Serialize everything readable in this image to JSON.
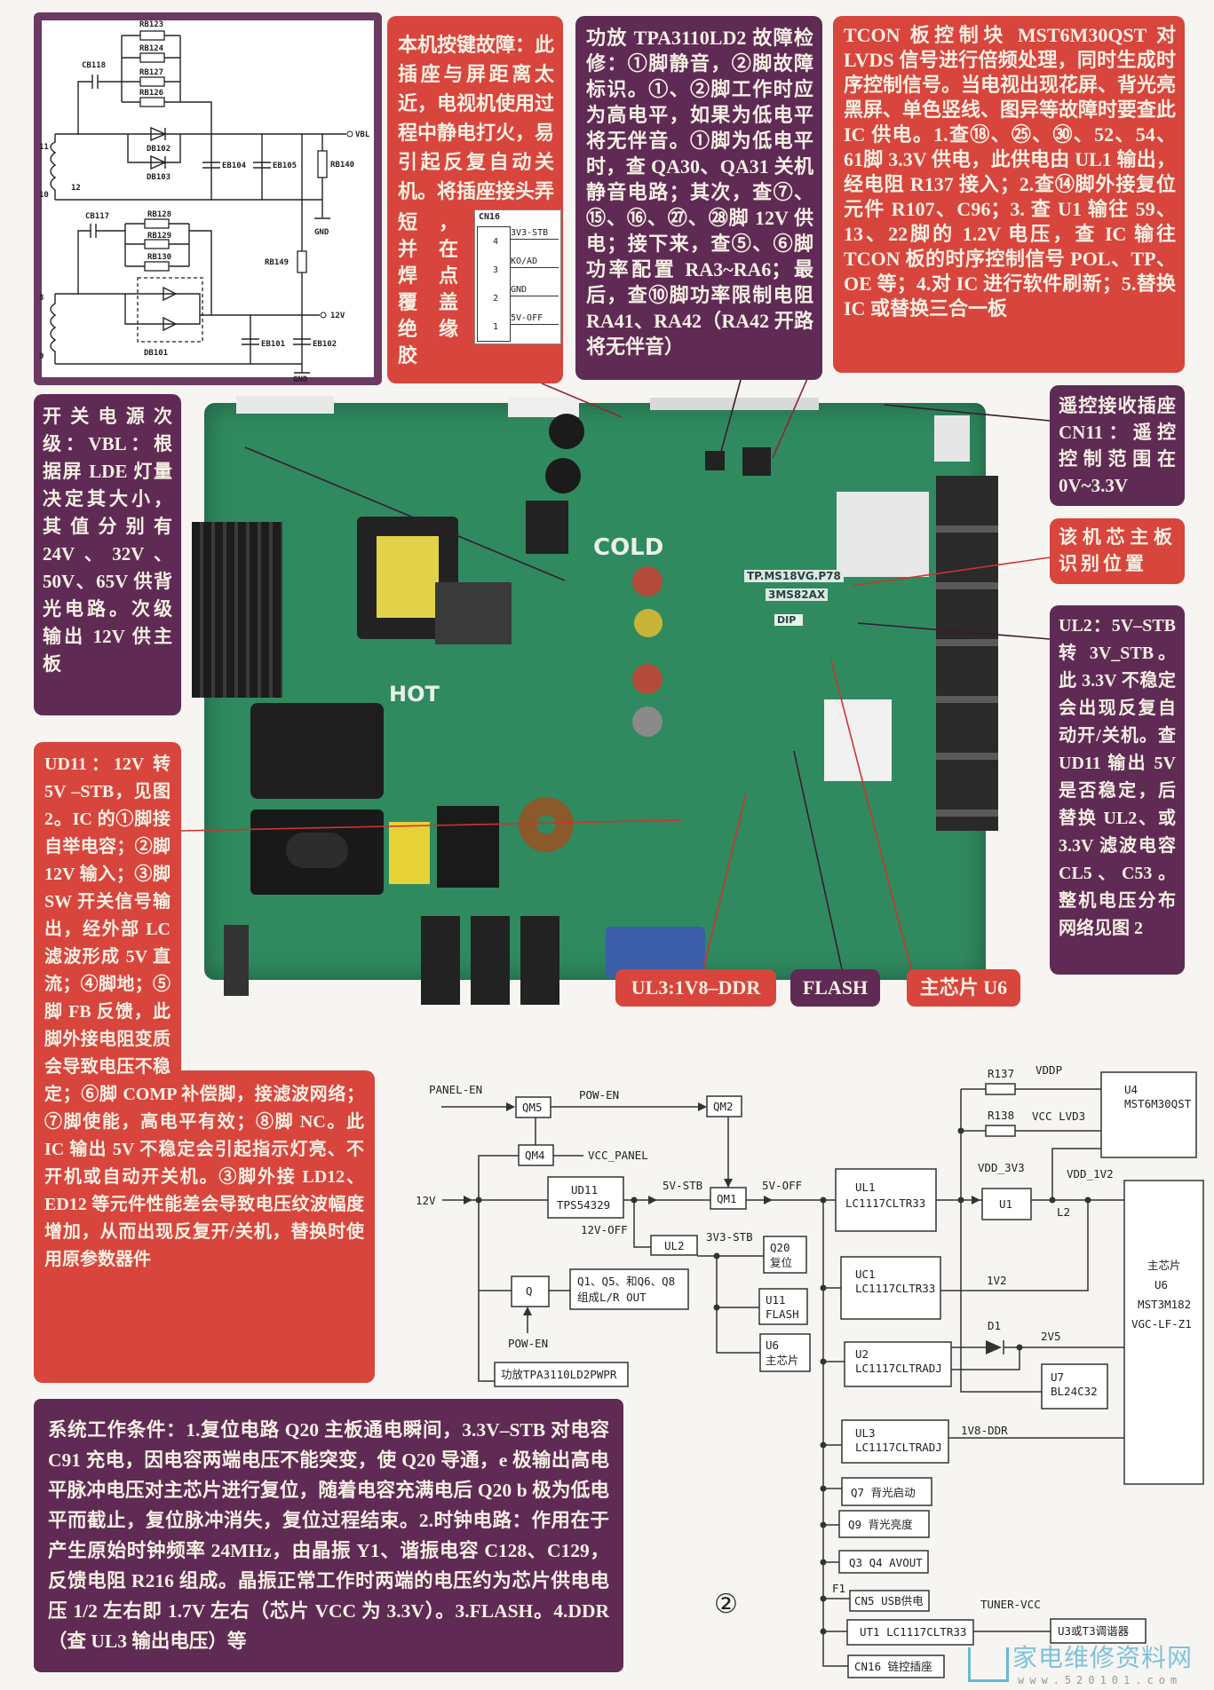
{
  "colors": {
    "red_box": "#d8453d",
    "purple_box": "#5f2b55",
    "pcb_green": "#2f8a5f",
    "text_light": "#f6efe2"
  },
  "schematic": {
    "labels": {
      "rb123": "RB123",
      "rb124": "RB124",
      "rb127": "RB127",
      "rb126": "RB126",
      "cb118": "CB118",
      "db102": "DB102",
      "db103": "DB103",
      "eb104": "EB104",
      "eb105": "EB105",
      "rb140": "RB140",
      "vbl": "VBL",
      "pin11": "11",
      "pin12": "12",
      "pin10": "10",
      "gnd1": "GND",
      "cb117": "CB117",
      "rb128": "RB128",
      "rb129": "RB129",
      "rb130": "RB130",
      "rb149": "RB149",
      "pin8": "8",
      "pin9": "9",
      "db101": "DB101",
      "eb101": "EB101",
      "eb102": "EB102",
      "v12": "12V",
      "gnd2": "GND"
    }
  },
  "callouts": {
    "key_fault_main": "本机按键故障：此插座与屏距离太近，电视机使用过程中静电打火，易引起反复自动关机。将插座接头弄",
    "key_fault_tail": "短，并在焊点覆盖绝缘胶",
    "amp_fault": "功放 TPA3110LD2 故障检修：①脚静音，②脚故障标识。①、②脚工作时应为高电平，如果为低电平将无伴音。①脚为低电平时，查 QA30、QA31 关机静音电路；其次，查⑦、⑮、⑯、㉗、㉘脚 12V 供电；接下来，查⑤、⑥脚功率配置 RA3~RA6；最后，查⑩脚功率限制电阻 RA41、RA42（RA42 开路将无伴音）",
    "tcon": "TCON 板控制块 MST6M30QST 对 LVDS 信号进行倍频处理，同时生成时序控制信号。当电视出现花屏、背光亮黑屏、单色竖线、图异等故障时要查此 IC 供电。1.查⑱、㉕、㉚、52、54、61脚 3.3V 供电，此供电由 UL1 输出，经电阻 R137 接入；2.查⑭脚外接复位元件 R107、C96；3. 查 U1 输往 59、13、22脚的 1.2V 电压，查 IC 输往 TCON 板的时序控制信号 POL、TP、OE 等；4.对 IC 进行软件刷新；5.替换 IC 或替换三合一板",
    "psu_secondary": "开关电源次级：VBL：根据屏 LDE 灯量决定其大小，其值分别有 24V、32V、50V、65V 供背光电路。次级输出 12V 供主板",
    "remote": "遥控接收插座 CN11：遥控控制范围在 0V~3.3V",
    "board_id": "该机芯主板识别位置",
    "ul2": "UL2：5V–STB 转 3V_STB。此 3.3V 不稳定会出现反复自动开/关机。查 UD11 输出 5V 是否稳定，后替换 UL2、或 3.3V 滤波电容 CL5、C53。整机电压分布网络见图 2",
    "ud11_part1": "UD11：12V 转 5V –STB，见图 2。IC 的①脚接自举电容；②脚 12V 输入；③脚 SW 开关信号输出，经外部 LC 滤波形成 5V 直流；④脚地；⑤脚 FB 反馈，此",
    "ud11_part2": "脚外接电阻变质会导致电压不稳定；⑥脚 COMP 补偿脚，接滤波网络；⑦脚使能，高电平有效；⑧脚 NC。此 IC 输出 5V 不稳定会引起指示灯亮、不开机或自动开关机。③脚外接 LD12、ED12 等元件性能差会导致电压纹波幅度增加，从而出现反复开/关机，替换时使用原参数器件",
    "ul3_tag": "UL3:1V8–DDR",
    "flash_tag": "FLASH",
    "main_chip_tag": "主芯片 U6",
    "system": "系统工作条件：1.复位电路 Q20 主板通电瞬间，3.3V–STB 对电容 C91 充电，因电容两端电压不能突变，使 Q20 导通，e 极输出高电平脉冲电压对主芯片进行复位，随着电容充满电后 Q20 b 极为低电平而截止，复位脉冲消失，复位过程结束。2.时钟电路：作用在于产生原始时钟频率 24MHz，由晶振 Y1、谐振电容 C128、C129，反馈电阻 R216 组成。晶振正常工作时两端的电压约为芯片供电电压 1/2 左右即 1.7V 左右（芯片 VCC 为 3.3V）。3.FLASH。4.DDR（查 UL3 输出电压）等"
  },
  "cn16": {
    "title": "CN16",
    "pins": [
      {
        "num": "4",
        "name": "3V3-STB"
      },
      {
        "num": "3",
        "name": "KO/AD"
      },
      {
        "num": "2",
        "name": "GND"
      },
      {
        "num": "1",
        "name": "5V-OFF"
      }
    ]
  },
  "pcb": {
    "cold": "COLD",
    "hot": "HOT",
    "model": "TP.MS18VG.P78",
    "code": "3MS82AX",
    "dip": "DIP"
  },
  "diagram": {
    "panel_en": "PANEL-EN",
    "qm5": "QM5",
    "pow_en": "POW-EN",
    "qm2": "QM2",
    "qm4": "QM4",
    "vcc_panel": "VCC_PANEL",
    "v12": "12V",
    "ud11": "UD11",
    "tps": "TPS54329",
    "v5stb": "5V-STB",
    "qm1": "QM1",
    "v5off": "5V-OFF",
    "v12off": "12V-OFF",
    "ul2": "UL2",
    "v3v3stb": "3V3-STB",
    "q20": "Q20",
    "q20_desc": "复位",
    "u11": "U11",
    "u11_desc": "FLASH",
    "u6": "U6",
    "u6_desc": "主芯片",
    "q": "Q",
    "q_out_1": "Q1、Q5、和Q6、Q8",
    "q_out_2": "组成L/R OUT",
    "pow_en2": "POW-EN",
    "amp": "功放TPA3110LD2PWPR",
    "ul1": "UL1",
    "ul1_part": "LC1117CLTR33",
    "r137": "R137",
    "vddp": "VDDP",
    "r138": "R138",
    "vcc_lvd3": "VCC LVD3",
    "u4": "U4",
    "u4_part": "MST6M30QST",
    "vdd_3v3": "VDD_3V3",
    "u1": "U1",
    "l2": "L2",
    "vdd_1v2": "VDD_1V2",
    "main_chip": "主芯片",
    "u6_big": "U6",
    "u6_part1": "MST3M182",
    "u6_part2": "VGC-LF-Z1",
    "uc1": "UC1",
    "uc1_part": "LC1117CLTR33",
    "v1v2": "1V2",
    "u2": "U2",
    "u2_part": "LC1117CLTRADJ",
    "d1": "D1",
    "v2v5": "2V5",
    "u7": "U7",
    "u7_part": "BL24C32",
    "ul3": "UL3",
    "ul3_part": "LC1117CLTRADJ",
    "v1v8": "1V8-DDR",
    "q7": "Q7  背光启动",
    "q9": "Q9  背光亮度",
    "q34": "Q3  Q4  AVOUT",
    "f1": "F1",
    "cn5": "CN5  USB供电",
    "tuner_vcc": "TUNER-VCC",
    "ut1": "UT1  LC1117CLTR33",
    "u3": "U3或T3调谐器",
    "cn16": "CN16  链控插座"
  },
  "figure_number": "②",
  "logo": {
    "name": "家电维修资料网",
    "url": "www.520101.com"
  }
}
